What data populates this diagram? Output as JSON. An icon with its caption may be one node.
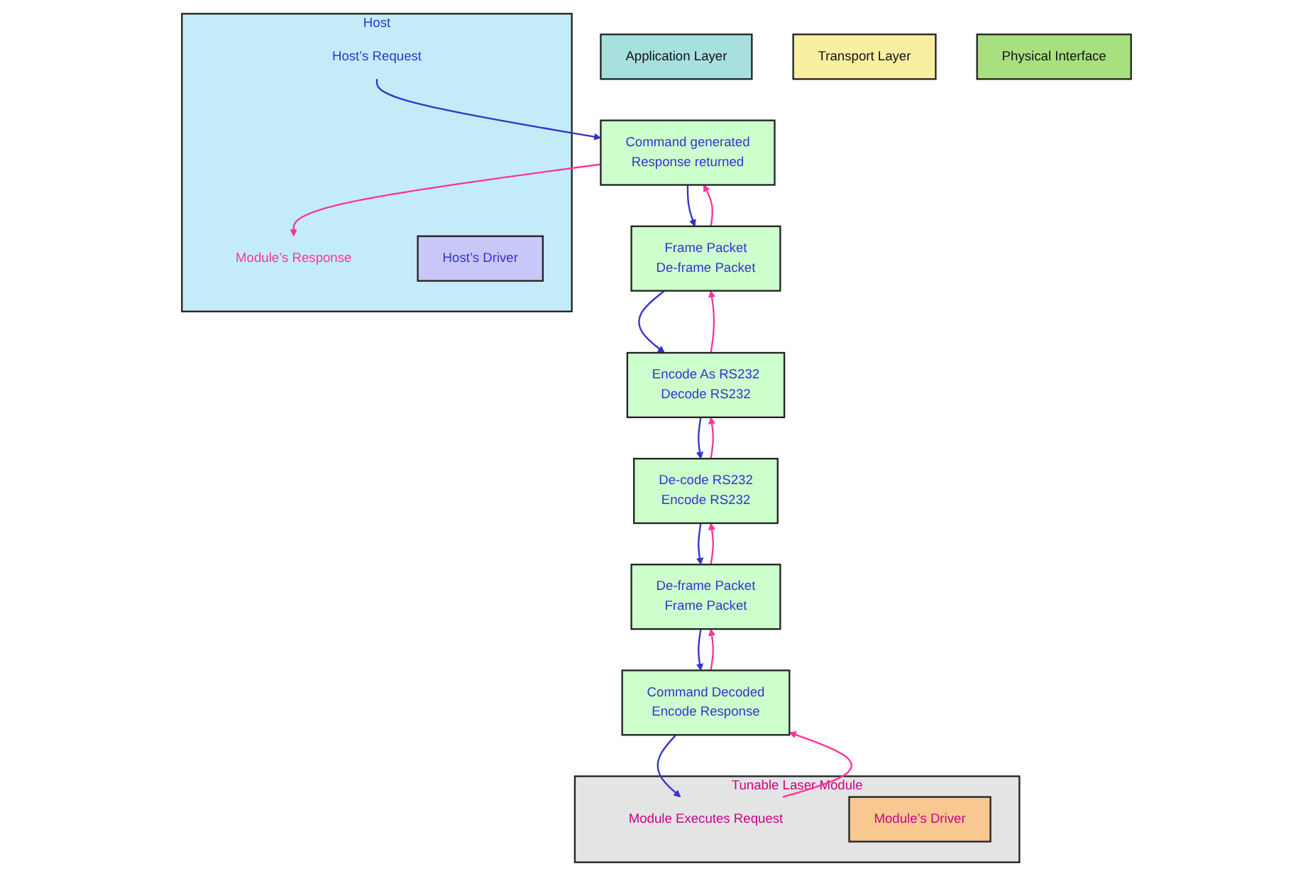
{
  "diagram": {
    "nodes": [
      {
        "text": [
          "Host"
        ]
      },
      {
        "text": [
          "Tunable Laser Module"
        ]
      },
      {
        "text": [
          "Host’s Request"
        ],
        "in": 0
      },
      {
        "text": [
          "Module’s Response"
        ],
        "in": 0
      },
      {
        "text": [
          "Host’s Driver"
        ],
        "in": 0
      },
      {
        "text": [
          "Module Executes Request"
        ],
        "in": 1
      },
      {
        "text": [
          "Module’s Driver"
        ],
        "in": 1
      },
      {
        "text": [
          "Application Layer"
        ]
      },
      {
        "text": [
          "Command generated",
          "Response returned"
        ]
      },
      {
        "text": [
          "Command Decoded",
          "Encode Response"
        ]
      },
      {
        "text": [
          "Transport Layer"
        ]
      },
      {
        "text": [
          "Frame Packet",
          "De-frame Packet"
        ]
      },
      {
        "text": [
          "De-frame Packet",
          "Frame Packet"
        ]
      },
      {
        "text": [
          "Physical Interface"
        ]
      },
      {
        "text": [
          "Encode As RS232",
          "Decode RS232"
        ]
      },
      {
        "text": [
          "De-code RS232",
          "Encode RS232"
        ]
      }
    ],
    "edges": [
      {
        "from": 2,
        "to": 8,
        "arrow": "to",
        "color": "#3333cc"
      },
      {
        "from": 8,
        "to": 11,
        "arrow": "to",
        "color": "#3333cc"
      },
      {
        "from": 11,
        "to": 14,
        "arrow": "to",
        "color": "#3333cc"
      },
      {
        "from": 14,
        "to": 15,
        "arrow": "to",
        "color": "#3333cc"
      },
      {
        "from": 15,
        "to": 12,
        "arrow": "to",
        "color": "#3333cc"
      },
      {
        "from": 12,
        "to": 9,
        "arrow": "to",
        "color": "#3333cc"
      },
      {
        "from": 9,
        "to": 5,
        "arrow": "to",
        "color": "#3333cc"
      },
      {
        "from": 5,
        "to": 9,
        "arrow": "to",
        "color": "#ff3399"
      },
      {
        "from": 9,
        "to": 12,
        "arrow": "to",
        "color": "#ff3399"
      },
      {
        "from": 12,
        "to": 15,
        "arrow": "to",
        "color": "#ff3399"
      },
      {
        "from": 15,
        "to": 14,
        "arrow": "to",
        "color": "#ff3399"
      },
      {
        "from": 14,
        "to": 11,
        "arrow": "to",
        "color": "#ff3399"
      },
      {
        "from": 11,
        "to": 8,
        "arrow": "to",
        "color": "#ff3399"
      },
      {
        "from": 8,
        "to": 3,
        "arrow": "to",
        "color": "#ff3399"
      }
    ]
  }
}
